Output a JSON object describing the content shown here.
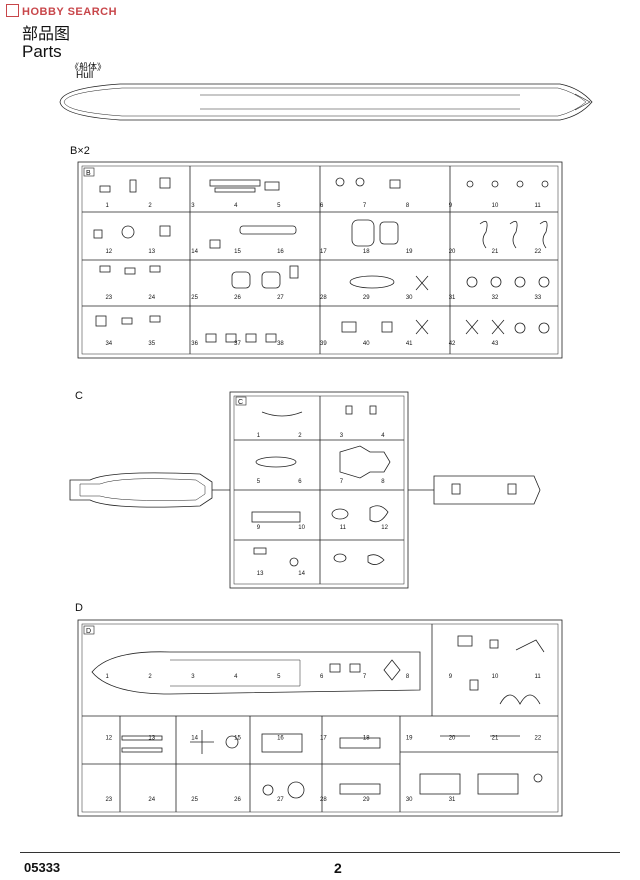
{
  "watermark": {
    "text": "HOBBY SEARCH"
  },
  "header": {
    "title_cn": "部品图",
    "title_en": "Parts"
  },
  "hull": {
    "label_cn": "《船体》",
    "label_en": "Hull"
  },
  "sprues": {
    "b": {
      "heading": "B×2",
      "frame_letter": "B",
      "parts": [
        "1",
        "2",
        "3",
        "4",
        "5",
        "6",
        "7",
        "8",
        "9",
        "10",
        "11",
        "12",
        "13",
        "14",
        "15",
        "16",
        "17",
        "18",
        "19",
        "20",
        "21",
        "22",
        "23",
        "24",
        "25",
        "26",
        "27",
        "28",
        "29",
        "30",
        "31",
        "32",
        "33",
        "34",
        "35",
        "36",
        "37",
        "38",
        "39",
        "40",
        "41",
        "42",
        "43"
      ]
    },
    "c": {
      "heading": "C",
      "frame_letter": "C",
      "parts": [
        "1",
        "2",
        "3",
        "4",
        "5",
        "6",
        "7",
        "8",
        "9",
        "10",
        "11",
        "12",
        "13",
        "14"
      ]
    },
    "d": {
      "heading": "D",
      "frame_letter": "D",
      "parts": [
        "1",
        "2",
        "3",
        "4",
        "5",
        "6",
        "7",
        "8",
        "9",
        "10",
        "11",
        "12",
        "13",
        "14",
        "15",
        "16",
        "17",
        "18",
        "19",
        "20",
        "21",
        "22",
        "23",
        "24",
        "25",
        "26",
        "27",
        "28",
        "29",
        "30",
        "31"
      ]
    }
  },
  "footer": {
    "code": "05333",
    "page": "2"
  }
}
